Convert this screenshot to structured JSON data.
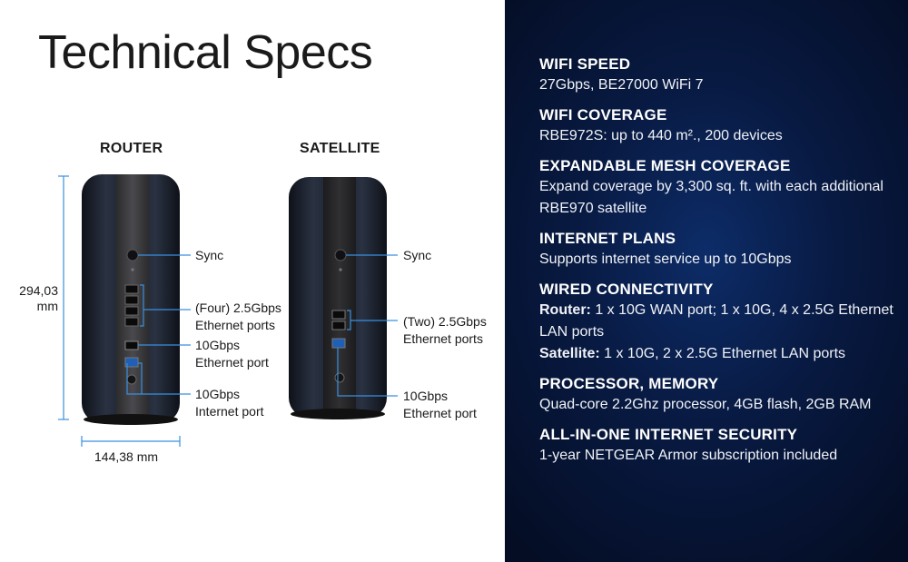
{
  "title": "Technical Specs",
  "router": {
    "label": "ROUTER",
    "callouts": {
      "sync": "Sync",
      "lan_line1": "(Four) 2.5Gbps",
      "lan_line2": "Ethernet ports",
      "port10g_line1": "10Gbps",
      "port10g_line2": "Ethernet port",
      "internet_line1": "10Gbps",
      "internet_line2": "Internet port"
    },
    "height_line1": "294,03",
    "height_line2": "mm",
    "width": "144,38 mm"
  },
  "satellite": {
    "label": "SATELLITE",
    "callouts": {
      "sync": "Sync",
      "lan_line1": "(Two) 2.5Gbps",
      "lan_line2": "Ethernet ports",
      "port_line1": "10Gbps",
      "port_line2": "Ethernet port"
    }
  },
  "specs": {
    "wifi_speed": {
      "heading": "WIFI SPEED",
      "text": "27Gbps, BE27000 WiFi 7"
    },
    "wifi_coverage": {
      "heading": "WIFI COVERAGE",
      "text": "RBE972S: up to 440 m².,  200 devices"
    },
    "mesh": {
      "heading": "EXPANDABLE MESH COVERAGE",
      "text": "Expand coverage by 3,300 sq. ft. with each additional RBE970 satellite"
    },
    "internet": {
      "heading": "INTERNET PLANS",
      "text": "Supports internet service up to 10Gbps"
    },
    "wired": {
      "heading": "WIRED CONNECTIVITY",
      "router_label": "Router:",
      "router_text": " 1 x 10G WAN port; 1 x 10G, 4 x 2.5G Ethernet LAN ports",
      "satellite_label": "Satellite:",
      "satellite_text": " 1 x 10G, 2 x 2.5G Ethernet LAN ports"
    },
    "processor": {
      "heading": "PROCESSOR, MEMORY",
      "text": "Quad-core 2.2Ghz processor, 4GB flash, 2GB RAM"
    },
    "security": {
      "heading": "ALL-IN-ONE INTERNET SECURITY",
      "text": "1-year NETGEAR Armor subscription included"
    }
  },
  "colors": {
    "panel": "#081a42",
    "callout_line": "#3a8fe0",
    "device_body": "#1b1f29"
  }
}
